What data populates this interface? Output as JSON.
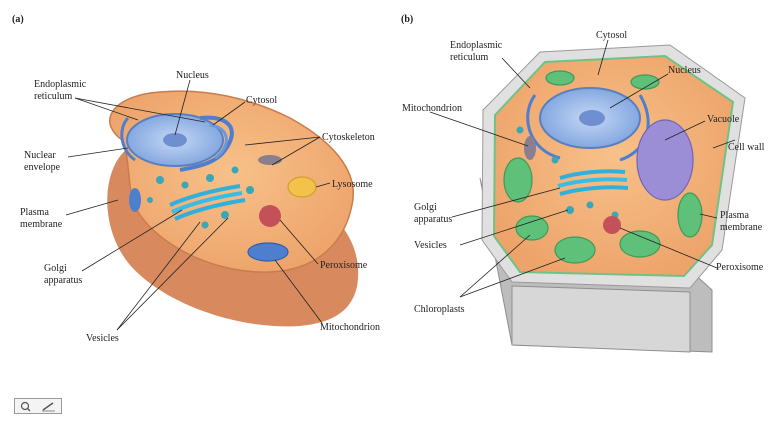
{
  "panels": {
    "a": "(a)",
    "b": "(b)"
  },
  "animal_cell": {
    "er_line1": "Endoplasmic",
    "er_line2": "reticulum",
    "nucleus": "Nucleus",
    "cytosol": "Cytosol",
    "cytoskeleton": "Cytoskeleton",
    "nuclear_line1": "Nuclear",
    "nuclear_line2": "envelope",
    "lysosome": "Lysosome",
    "plasma_line1": "Plasma",
    "plasma_line2": "membrane",
    "golgi_line1": "Golgi",
    "golgi_line2": "apparatus",
    "peroxisome": "Peroxisome",
    "vesicles": "Vesicles",
    "mitochondrion": "Mitochondrion"
  },
  "plant_cell": {
    "cytosol": "Cytosol",
    "er_line1": "Endoplasmic",
    "er_line2": "reticulum",
    "nucleus": "Nucleus",
    "mitochondrion": "Mitochondrion",
    "vacuole": "Vacuole",
    "cell_wall": "Cell wall",
    "golgi_line1": "Golgi",
    "golgi_line2": "apparatus",
    "vesicles": "Vesicles",
    "plasma_line1": "Plasma",
    "plasma_line2": "membrane",
    "peroxisome": "Peroxisome",
    "chloroplasts": "Chloroplasts"
  },
  "colors": {
    "cytoplasm": "#f0a96e",
    "cell_base": "#dc8f63",
    "nucleus": "#8fb3e8",
    "er": "#5a8fd6",
    "golgi": "#37b6e0",
    "chloroplast": "#5fc07a",
    "vacuole": "#9b8ed6",
    "cell_wall": "#cfcfcf",
    "lysosome": "#f2c24a",
    "peroxisome": "#c4505a"
  },
  "toolbar": {
    "zoom_icon": "zoom-icon",
    "edit_icon": "pencil-icon"
  }
}
